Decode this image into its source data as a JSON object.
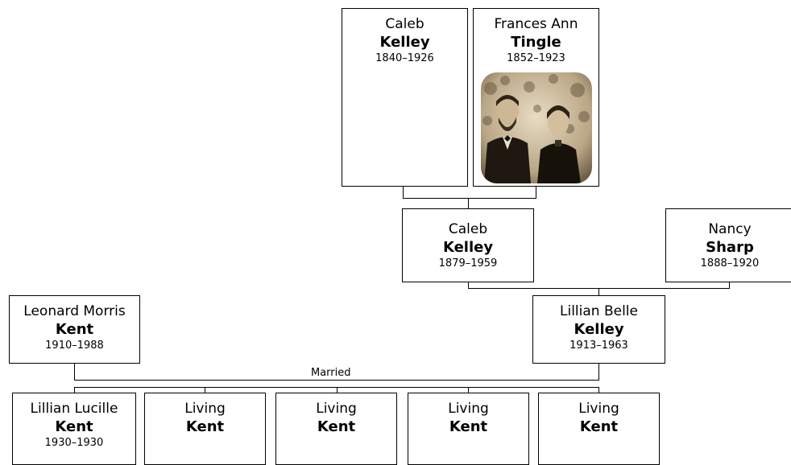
{
  "people": {
    "caleb_sr": {
      "given": "Caleb",
      "surname": "Kelley",
      "years": "1840–1926"
    },
    "frances": {
      "given": "Frances Ann",
      "surname": "Tingle",
      "years": "1852–1923"
    },
    "caleb_jr": {
      "given": "Caleb",
      "surname": "Kelley",
      "years": "1879–1959"
    },
    "nancy": {
      "given": "Nancy",
      "surname": "Sharp",
      "years": "1888–1920"
    },
    "leonard": {
      "given": "Leonard Morris",
      "surname": "Kent",
      "years": "1910–1988"
    },
    "lillian_belle": {
      "given": "Lillian Belle",
      "surname": "Kelley",
      "years": "1913–1963"
    },
    "lillian_lucille": {
      "given": "Lillian Lucille",
      "surname": "Kent",
      "years": "1930–1930"
    },
    "living1": {
      "given": "Living",
      "surname": "Kent",
      "years": ""
    },
    "living2": {
      "given": "Living",
      "surname": "Kent",
      "years": ""
    },
    "living3": {
      "given": "Living",
      "surname": "Kent",
      "years": ""
    },
    "living4": {
      "given": "Living",
      "surname": "Kent",
      "years": ""
    }
  },
  "married_label": "Married",
  "colors": {
    "border": "#000000",
    "background": "#ffffff",
    "photo_tone": "#c8b89a"
  }
}
